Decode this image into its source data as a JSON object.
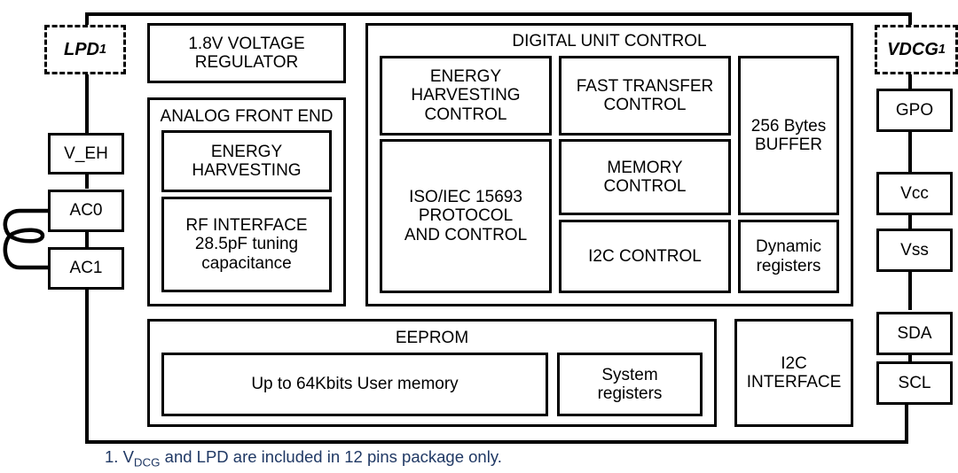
{
  "diagram": {
    "title": "",
    "left_pins": [
      {
        "name": "LPD",
        "footnote_marker": "1",
        "style": "dashed",
        "label": "LPD"
      },
      {
        "name": "V_EH",
        "label": "V_EH",
        "style": "solid"
      },
      {
        "name": "AC0",
        "label": "AC0",
        "style": "solid"
      },
      {
        "name": "AC1",
        "label": "AC1",
        "style": "solid"
      }
    ],
    "right_pins": [
      {
        "name": "VDCG",
        "footnote_marker": "1",
        "style": "dashed",
        "label": "VDCG"
      },
      {
        "name": "GPO",
        "label": "GPO",
        "style": "solid"
      },
      {
        "name": "Vcc",
        "label": "Vcc",
        "style": "solid"
      },
      {
        "name": "Vss",
        "label": "Vss",
        "style": "solid"
      },
      {
        "name": "SDA",
        "label": "SDA",
        "style": "solid"
      },
      {
        "name": "SCL",
        "label": "SCL",
        "style": "solid"
      }
    ],
    "blocks": {
      "voltage_regulator": {
        "line1": "1.8V VOLTAGE",
        "line2": "REGULATOR"
      },
      "analog_front_end": {
        "title": "ANALOG FRONT END",
        "energy_harvesting": {
          "line1": "ENERGY",
          "line2": "HARVESTING"
        },
        "rf_interface": {
          "line1": "RF INTERFACE",
          "line2": "28.5pF tuning",
          "line3": "capacitance"
        }
      },
      "digital_unit_control": {
        "title": "DIGITAL UNIT CONTROL",
        "energy_harvesting_control": {
          "line1": "ENERGY",
          "line2": "HARVESTING",
          "line3": "CONTROL"
        },
        "iso_protocol": {
          "line1": "ISO/IEC 15693",
          "line2": "PROTOCOL",
          "line3": "AND CONTROL"
        },
        "fast_transfer_control": {
          "line1": "FAST TRANSFER",
          "line2": "CONTROL"
        },
        "memory_control": {
          "line1": "MEMORY",
          "line2": "CONTROL"
        },
        "i2c_control": {
          "line1": "I2C CONTROL"
        },
        "buffer": {
          "line1": "256 Bytes",
          "line2": "BUFFER"
        },
        "dynamic_registers": {
          "line1": "Dynamic",
          "line2": "registers"
        }
      },
      "eeprom": {
        "title": "EEPROM",
        "user_memory": {
          "line1": "Up to 64Kbits User memory"
        },
        "system_registers": {
          "line1": "System",
          "line2": "registers"
        }
      },
      "i2c_interface": {
        "line1": "I2C",
        "line2": "INTERFACE"
      }
    },
    "footnote": {
      "number": "1.",
      "pre": " V",
      "sub": "DCG",
      "post": " and LPD are included in 12 pins package only.",
      "color": "#1f3864"
    },
    "colors": {
      "line": "#000000",
      "background": "#ffffff",
      "footnote_text": "#1f3864"
    }
  }
}
